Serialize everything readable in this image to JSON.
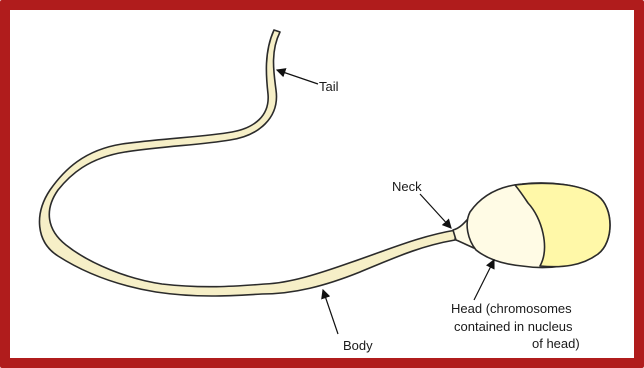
{
  "diagram": {
    "labels": {
      "tail": "Tail",
      "neck": "Neck",
      "body": "Body",
      "head_line1": "Head (chromosomes",
      "head_line2": "contained in nucleus",
      "head_line3": "of head)"
    },
    "colors": {
      "frame": "#b01c1c",
      "cell_fill": "#f6efc7",
      "nucleus_fill": "#fff8a8",
      "head_fill": "#fffbe5",
      "outline": "#2b2b2b"
    }
  }
}
